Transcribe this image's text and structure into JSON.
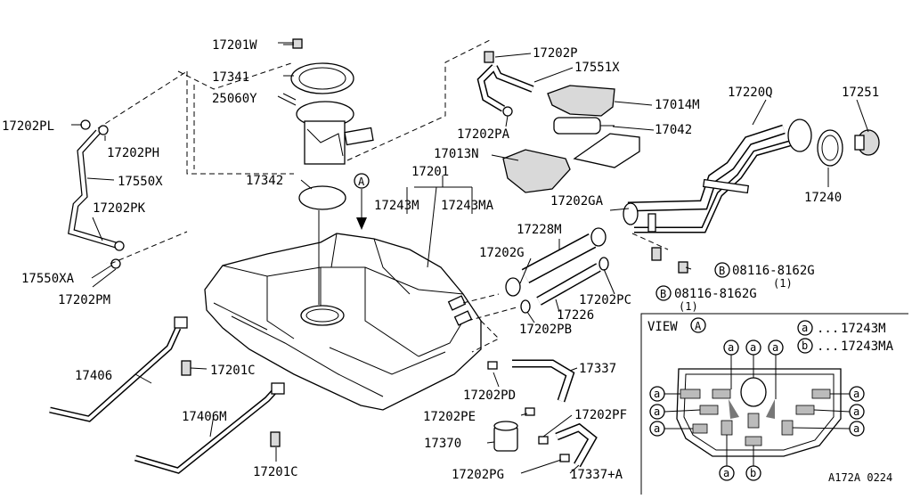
{
  "labels": {
    "l17201W": "17201W",
    "l17341": "17341",
    "l25060Y": "25060Y",
    "l17202PL": "17202PL",
    "l17202PH": "17202PH",
    "l17550X": "17550X",
    "l17202PK": "17202PK",
    "l17550XA": "17550XA",
    "l17202PM": "17202PM",
    "l17342": "17342",
    "l17201": "17201",
    "l17243M": "17243M",
    "l17243MA": "17243MA",
    "l17202P": "17202P",
    "l17551X": "17551X",
    "l17014M": "17014M",
    "l17042": "17042",
    "l17202PA": "17202PA",
    "l17013N": "17013N",
    "l17220Q": "17220Q",
    "l17251": "17251",
    "l17240": "17240",
    "l17202GA": "17202GA",
    "l17228M": "17228M",
    "l17202G": "17202G",
    "l08116a": "08116-8162G",
    "l08116a_q": "(1)",
    "l08116b": "08116-8162G",
    "l08116b_q": "(1)",
    "l17202PC": "17202PC",
    "l17226": "17226",
    "l17202PB": "17202PB",
    "l17406": "17406",
    "l17201C_a": "17201C",
    "l17406M": "17406M",
    "l17201C_b": "17201C",
    "l17337": "17337",
    "l17202PD": "17202PD",
    "l17202PE": "17202PE",
    "l17202PF": "17202PF",
    "l17370": "17370",
    "l17202PG": "17202PG",
    "l17337A": "17337+A",
    "viewA_callout": "A",
    "bolt_b1": "B",
    "bolt_b2": "B"
  },
  "view_a": {
    "title": "VIEW",
    "title_mark": "A",
    "legend": [
      {
        "mark": "a",
        "dots": "...",
        "part": "17243M"
      },
      {
        "mark": "b",
        "dots": "...",
        "part": "17243MA"
      }
    ],
    "marker_a": "a",
    "marker_b": "b"
  },
  "footer": {
    "code": "A172A 0224"
  }
}
